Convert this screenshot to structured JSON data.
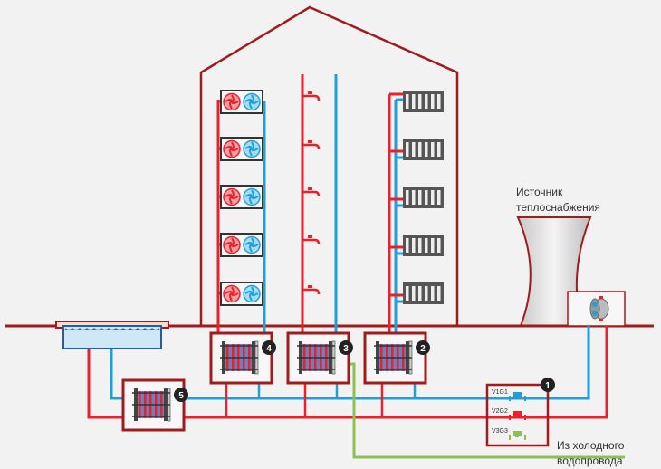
{
  "labels": {
    "source_line1": "Источник",
    "source_line2": "теплоснабжения",
    "cold_line1": "Из холодного",
    "cold_line2": "водопровода"
  },
  "meters": [
    {
      "label": "V1G1",
      "color": "#1ea0dc"
    },
    {
      "label": "V2G2",
      "color": "#e8212b"
    },
    {
      "label": "V3G3",
      "color": "#8cc152"
    }
  ],
  "units": [
    "1",
    "2",
    "3",
    "4",
    "5"
  ],
  "colors": {
    "hot": "#e8212b",
    "cold": "#1ea0dc",
    "cold_water": "#8cc152",
    "outline": "#a01c1c",
    "background": "#f2f2f2"
  },
  "icons": [
    "fan-coil-icon",
    "water-tap-icon",
    "radiator-icon",
    "heat-exchanger-icon",
    "pool-icon",
    "cooling-tower-icon",
    "pump-icon",
    "meter-valve-icon"
  ]
}
